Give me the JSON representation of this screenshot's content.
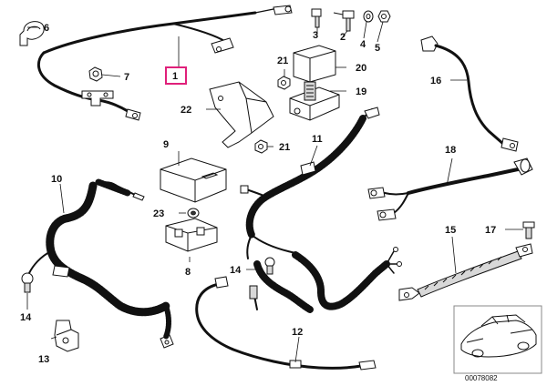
{
  "diagram": {
    "callouts": [
      {
        "id": "c1",
        "label": "1",
        "highlighted": true
      },
      {
        "id": "c2",
        "label": "2"
      },
      {
        "id": "c3",
        "label": "3"
      },
      {
        "id": "c4",
        "label": "4"
      },
      {
        "id": "c5",
        "label": "5"
      },
      {
        "id": "c6",
        "label": "6"
      },
      {
        "id": "c7",
        "label": "7"
      },
      {
        "id": "c8",
        "label": "8"
      },
      {
        "id": "c9",
        "label": "9"
      },
      {
        "id": "c10",
        "label": "10"
      },
      {
        "id": "c11",
        "label": "11"
      },
      {
        "id": "c12",
        "label": "12"
      },
      {
        "id": "c13",
        "label": "13"
      },
      {
        "id": "c14a",
        "label": "14"
      },
      {
        "id": "c14b",
        "label": "14"
      },
      {
        "id": "c15",
        "label": "15"
      },
      {
        "id": "c16",
        "label": "16"
      },
      {
        "id": "c17",
        "label": "17"
      },
      {
        "id": "c18",
        "label": "18"
      },
      {
        "id": "c19",
        "label": "19"
      },
      {
        "id": "c20",
        "label": "20"
      },
      {
        "id": "c21a",
        "label": "21"
      },
      {
        "id": "c21b",
        "label": "21"
      },
      {
        "id": "c22",
        "label": "22"
      },
      {
        "id": "c23",
        "label": "23"
      }
    ],
    "diagram_code": "00078082",
    "colors": {
      "highlight": "#e0207a",
      "line": "#111111",
      "thumb_border": "#888888"
    }
  }
}
